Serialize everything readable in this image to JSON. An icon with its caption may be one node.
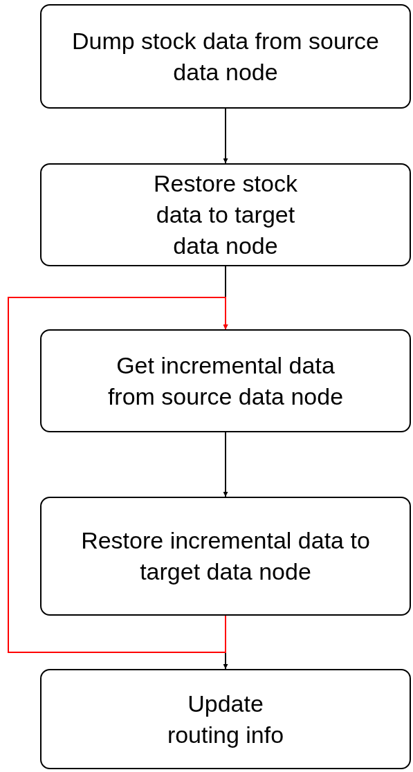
{
  "diagram": {
    "nodes": [
      {
        "text": [
          "Dump stock data from source data node"
        ]
      },
      {
        "text": [
          "Restore stock data to target data node"
        ]
      },
      {
        "text": [
          "Get incremental data from source data node"
        ]
      },
      {
        "text": [
          "Restore incremental data to target data node"
        ]
      },
      {
        "text": [
          "Update routing info"
        ]
      }
    ],
    "edges": [
      {
        "from": 0,
        "to": 1,
        "arrow": "to"
      },
      {
        "from": 1,
        "to": 2,
        "arrow": "to"
      },
      {
        "from": 2,
        "to": 3,
        "arrow": "to"
      },
      {
        "from": 3,
        "to": 4,
        "arrow": "to"
      },
      {
        "from": 3,
        "to": 2,
        "arrow": "to",
        "color": "#ff0000"
      }
    ]
  }
}
